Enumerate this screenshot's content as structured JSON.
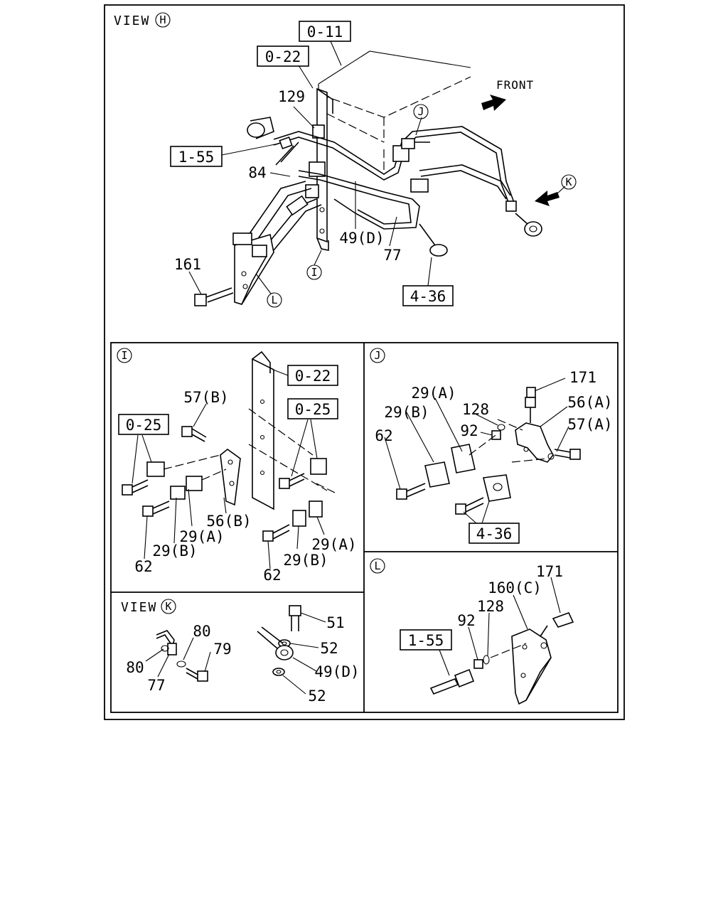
{
  "view_h": {
    "title": "VIEW",
    "title_letter": "H",
    "front_label": "FRONT",
    "boxed_labels": {
      "b011": "0-11",
      "b022": "0-22",
      "b155": "1-55",
      "b436": "4-36"
    },
    "labels": {
      "l129": "129",
      "l84": "84",
      "l49d": "49(D)",
      "l77": "77",
      "l161": "161"
    },
    "callouts": {
      "j": "J",
      "k": "K",
      "i": "I",
      "l": "L"
    }
  },
  "panel_i": {
    "letter": "I",
    "boxed_labels": {
      "b022": "0-22",
      "b025a": "0-25",
      "b025b": "0-25"
    },
    "labels": {
      "l57b": "57(B)",
      "l56b": "56(B)",
      "l29a1": "29(A)",
      "l29b1": "29(B)",
      "l62a": "62",
      "l62b": "62",
      "l29b2": "29(B)",
      "l29a2": "29(A)"
    }
  },
  "panel_j": {
    "letter": "J",
    "boxed_labels": {
      "b436": "4-36"
    },
    "labels": {
      "l171": "171",
      "l29a": "29(A)",
      "l128": "128",
      "l56a": "56(A)",
      "l29b": "29(B)",
      "l92": "92",
      "l57a": "57(A)",
      "l62": "62"
    }
  },
  "panel_k": {
    "title": "VIEW",
    "title_letter": "K",
    "labels": {
      "l80a": "80",
      "l79": "79",
      "l80b": "80",
      "l77": "77",
      "l51": "51",
      "l52a": "52",
      "l49d": "49(D)",
      "l52b": "52"
    }
  },
  "panel_l": {
    "letter": "L",
    "boxed_labels": {
      "b155": "1-55"
    },
    "labels": {
      "l171": "171",
      "l160c": "160(C)",
      "l128": "128",
      "l92": "92"
    }
  }
}
